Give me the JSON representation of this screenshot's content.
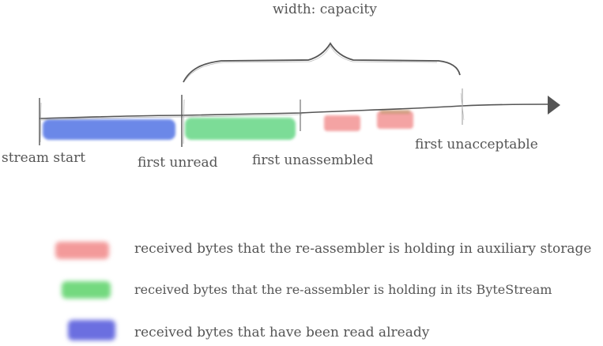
{
  "diagram": {
    "capacity_label": "width: capacity",
    "labels": {
      "stream_start": "stream start",
      "first_unread": "first unread",
      "first_unassembled": "first unassembled",
      "first_unacceptable": "first unacceptable"
    },
    "colors": {
      "read": "#5b7be6",
      "bytestream": "#6ed98c",
      "auxiliary": "#f39a9a",
      "line": "#555555"
    }
  },
  "legend": {
    "items": [
      {
        "text": "received bytes that the re-assembler is holding in auxiliary storage",
        "color": "#f39a9a"
      },
      {
        "text": "received bytes that the re-assembler is holding  in its ByteStream",
        "color": "#74d97f"
      },
      {
        "text": "received bytes that have been read already",
        "color": "#6b6fe0"
      }
    ]
  }
}
